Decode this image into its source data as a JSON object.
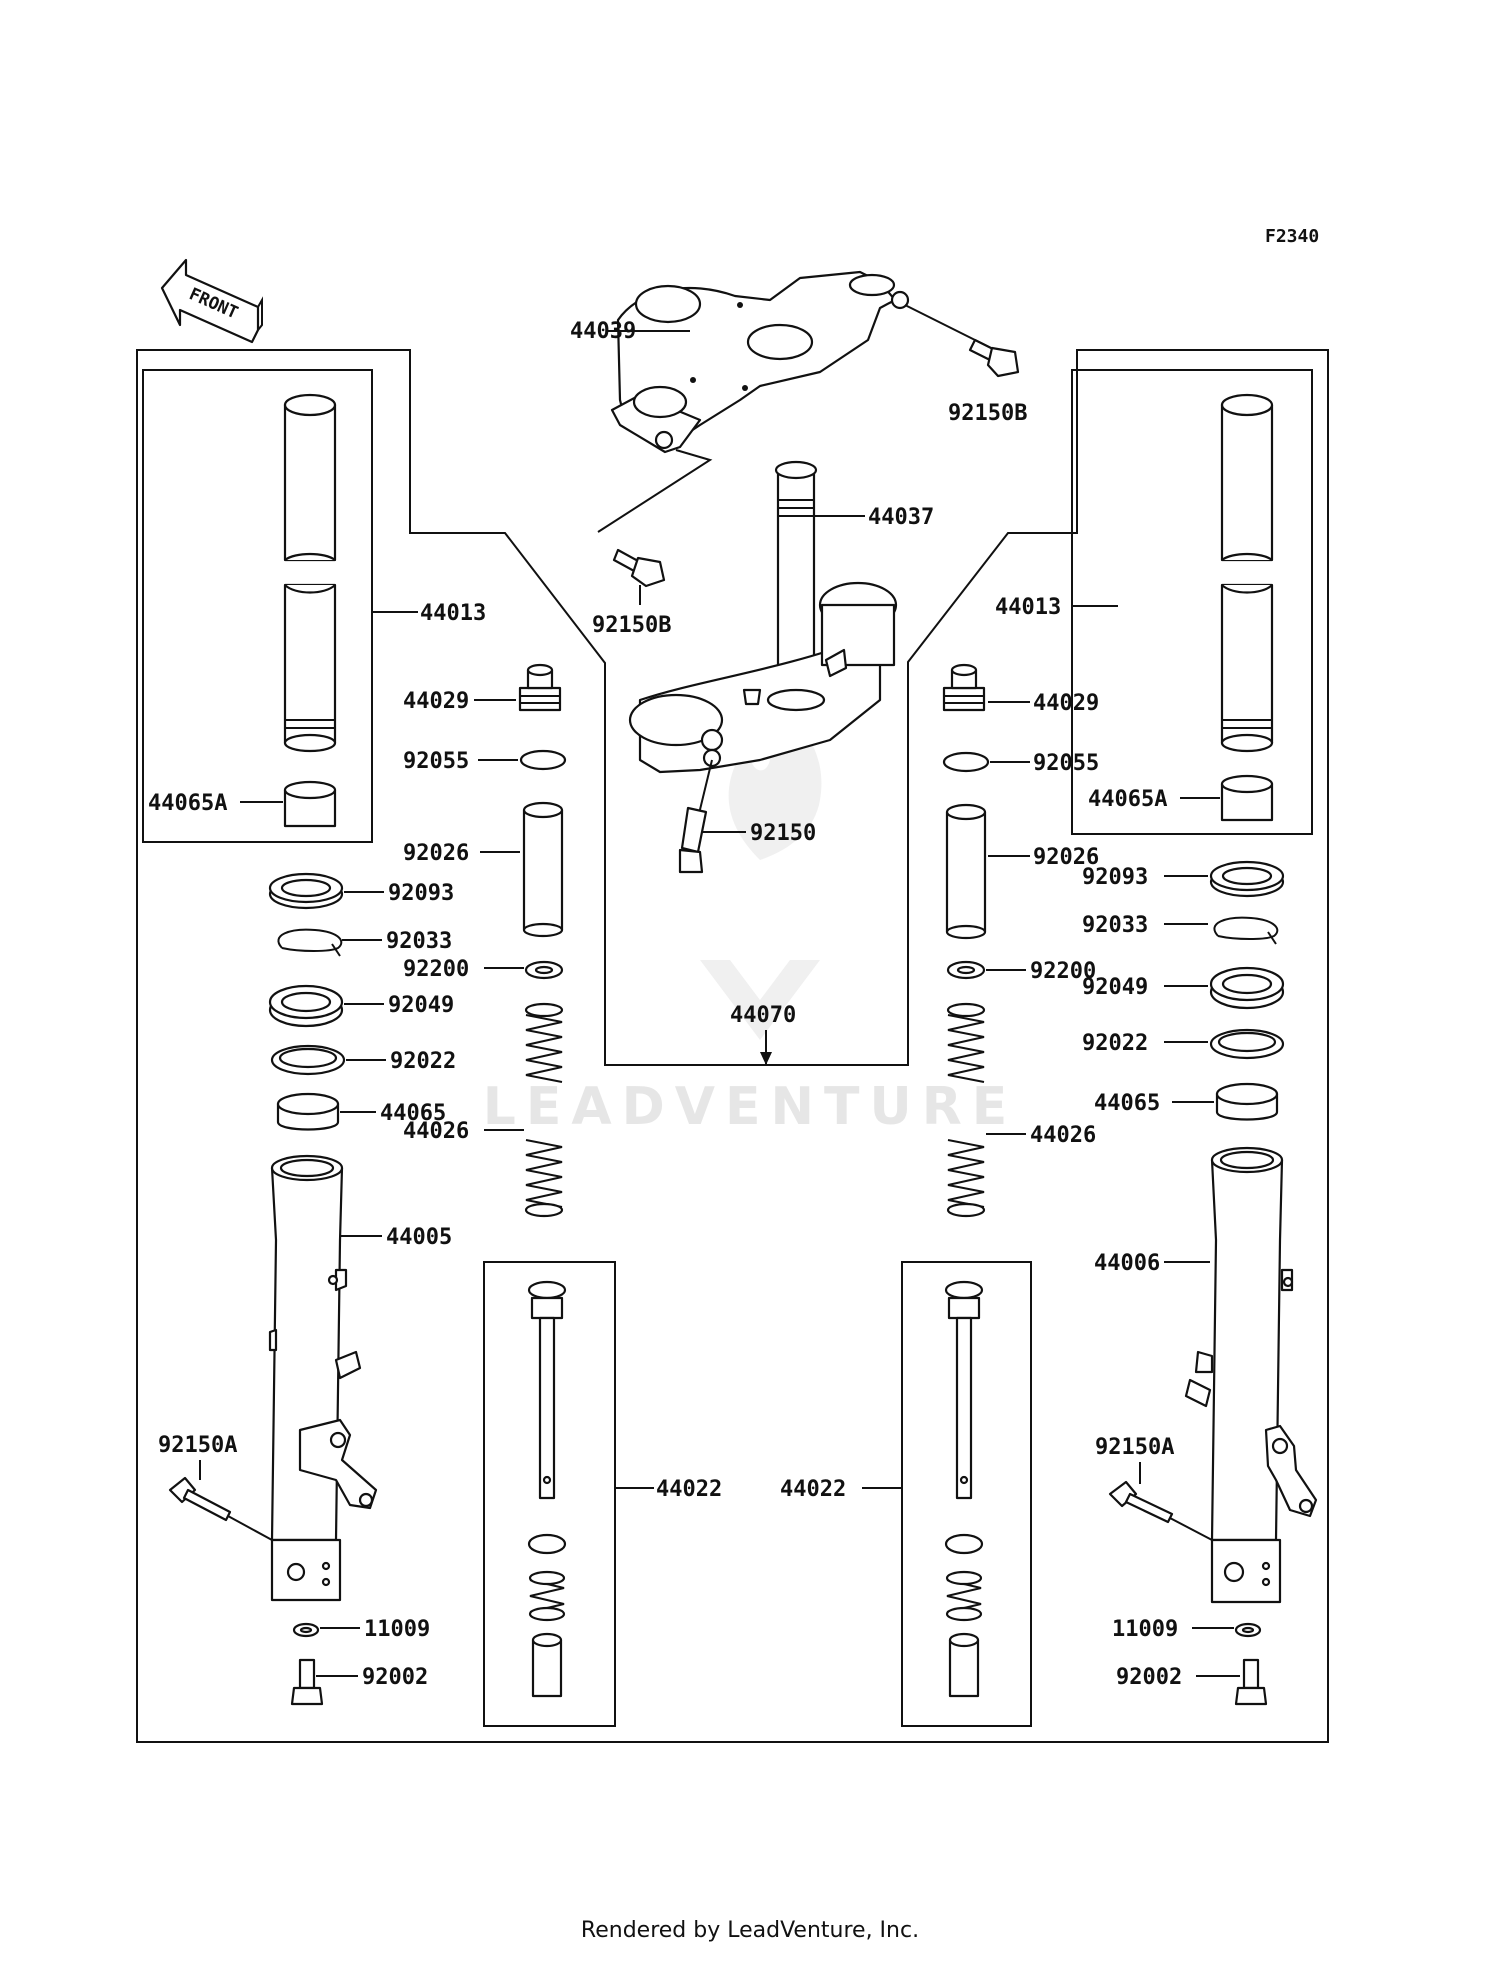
{
  "diagram_code": "F2340",
  "front_label": "FRONT",
  "watermark": "LEADVENTURE",
  "footer": "Rendered by LeadVenture, Inc.",
  "parts": {
    "p44039": "44039",
    "p92150B_a": "92150B",
    "p92150B_b": "92150B",
    "p44037": "44037",
    "p44013_l": "44013",
    "p44013_r": "44013",
    "p44029_l": "44029",
    "p44029_r": "44029",
    "p92055_l": "92055",
    "p92055_r": "92055",
    "p44065A_l": "44065A",
    "p44065A_r": "44065A",
    "p92150": "92150",
    "p92026_l": "92026",
    "p92026_r": "92026",
    "p92093_l": "92093",
    "p92093_r": "92093",
    "p92033_l": "92033",
    "p92033_r": "92033",
    "p92200_l": "92200",
    "p92200_r": "92200",
    "p92049_l": "92049",
    "p92049_r": "92049",
    "p44070": "44070",
    "p92022_l": "92022",
    "p92022_r": "92022",
    "p44065_l": "44065",
    "p44065_r": "44065",
    "p44026_l": "44026",
    "p44026_r": "44026",
    "p44005": "44005",
    "p44006": "44006",
    "p92150A_l": "92150A",
    "p92150A_r": "92150A",
    "p44022_l": "44022",
    "p44022_r": "44022",
    "p11009_l": "11009",
    "p11009_r": "11009",
    "p92002_l": "92002",
    "p92002_r": "92002"
  }
}
